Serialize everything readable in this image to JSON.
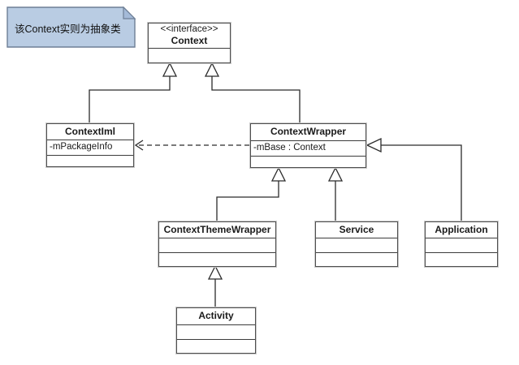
{
  "note": {
    "text": "该Context实则为抽象类",
    "fill": "#b9cce3",
    "fold_fill": "#a4bad8",
    "border": "#6e7f96"
  },
  "classes": {
    "context": {
      "stereotype": "<<interface>>",
      "name": "Context",
      "attributes": []
    },
    "contextIml": {
      "name": "ContextIml",
      "attributes": [
        "-mPackageInfo"
      ]
    },
    "contextWrapper": {
      "name": "ContextWrapper",
      "attributes": [
        "-mBase : Context"
      ]
    },
    "contextThemeWrapper": {
      "name": "ContextThemeWrapper",
      "attributes": []
    },
    "service": {
      "name": "Service",
      "attributes": []
    },
    "application": {
      "name": "Application",
      "attributes": []
    },
    "activity": {
      "name": "Activity",
      "attributes": []
    }
  },
  "relationships": [
    {
      "from": "ContextIml",
      "to": "Context",
      "type": "generalization"
    },
    {
      "from": "ContextWrapper",
      "to": "Context",
      "type": "generalization"
    },
    {
      "from": "ContextWrapper",
      "to": "ContextIml",
      "type": "dependency-dashed"
    },
    {
      "from": "ContextThemeWrapper",
      "to": "ContextWrapper",
      "type": "generalization"
    },
    {
      "from": "Service",
      "to": "ContextWrapper",
      "type": "generalization"
    },
    {
      "from": "Application",
      "to": "ContextWrapper",
      "type": "generalization"
    },
    {
      "from": "Activity",
      "to": "ContextThemeWrapper",
      "type": "generalization"
    }
  ],
  "colors": {
    "line": "#2b2b2b",
    "box_border": "#4f4f4f",
    "background": "#ffffff"
  }
}
